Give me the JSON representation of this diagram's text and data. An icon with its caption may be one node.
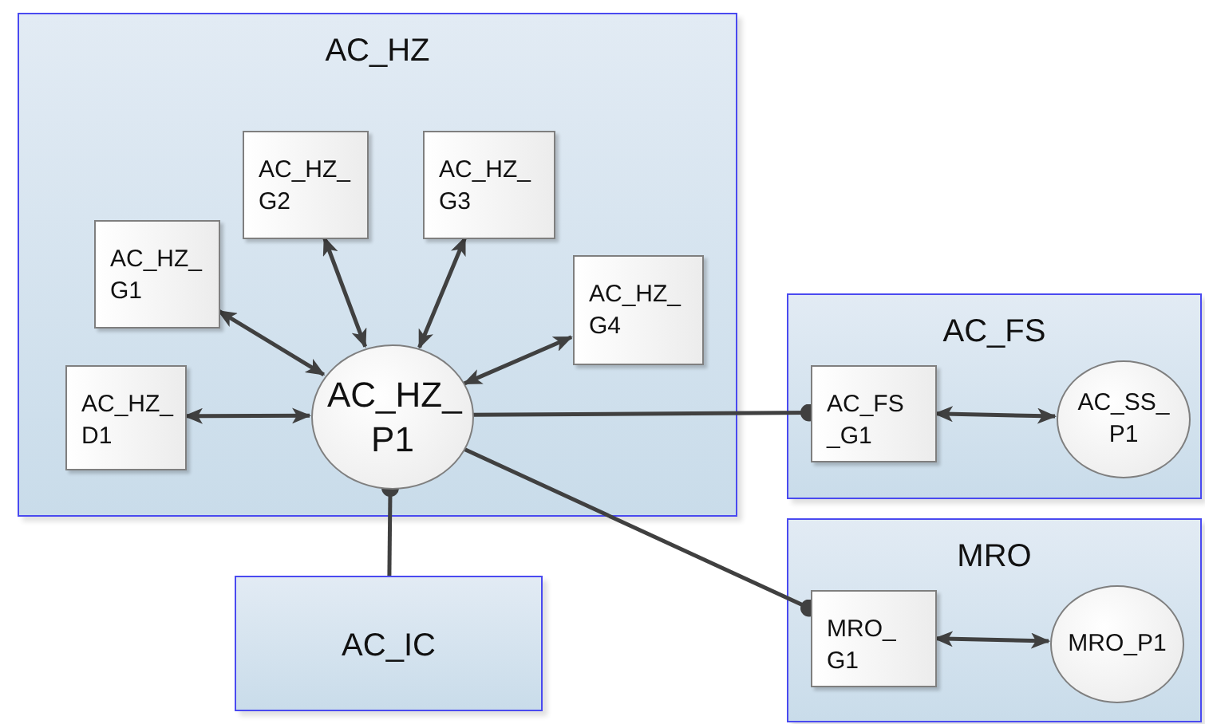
{
  "diagram": {
    "nodes": [
      {
        "text": [
          "AC_HZ"
        ]
      },
      {
        "text": [
          "AC_HZ_ G2"
        ],
        "in": 0
      },
      {
        "text": [
          "AC_HZ_ G3"
        ],
        "in": 0
      },
      {
        "text": [
          "AC_HZ_ G1"
        ],
        "in": 0
      },
      {
        "text": [
          "AC_HZ_ G4"
        ],
        "in": 0
      },
      {
        "text": [
          "AC_HZ_ D1"
        ],
        "in": 0
      },
      {
        "text": [
          "AC_HZ_ P1"
        ],
        "in": 0
      },
      {
        "text": [
          "AC_FS"
        ]
      },
      {
        "text": [
          "AC_FS _G1"
        ],
        "in": 7
      },
      {
        "text": [
          "AC_SS_ P1"
        ],
        "in": 7
      },
      {
        "text": [
          "MRO"
        ]
      },
      {
        "text": [
          "MRO_ G1"
        ],
        "in": 10
      },
      {
        "text": [
          "MRO_P1"
        ],
        "in": 10
      },
      {
        "text": [
          "AC_IC"
        ]
      }
    ],
    "edges": [
      {
        "from": 1,
        "to": 6,
        "arrow": "both"
      },
      {
        "from": 2,
        "to": 6,
        "arrow": "both"
      },
      {
        "from": 3,
        "to": 6,
        "arrow": "both"
      },
      {
        "from": 4,
        "to": 6,
        "arrow": "both"
      },
      {
        "from": 5,
        "to": 6,
        "arrow": "both"
      },
      {
        "from": 6,
        "to": 8,
        "arrow": "other"
      },
      {
        "from": 8,
        "to": 9,
        "arrow": "both"
      },
      {
        "from": 6,
        "to": 11,
        "arrow": "other"
      },
      {
        "from": 11,
        "to": 12,
        "arrow": "both"
      },
      {
        "from": 13,
        "to": 6,
        "arrow": "other"
      }
    ]
  }
}
